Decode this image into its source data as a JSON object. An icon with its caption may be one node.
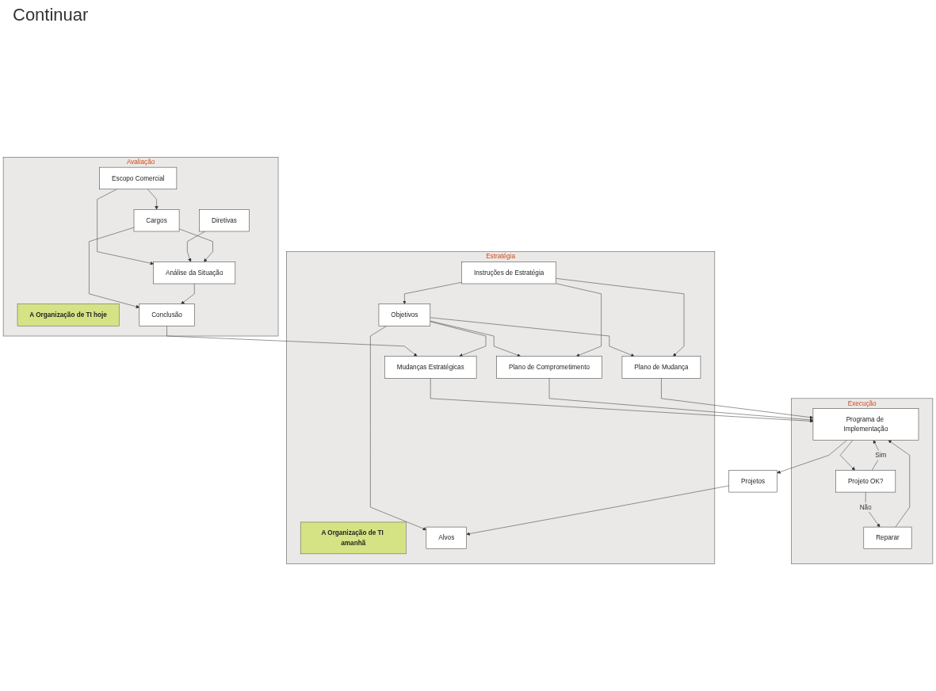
{
  "diagram": {
    "nodes": [
      {
        "text": [
          "Avaliação"
        ]
      },
      {
        "text": [
          "A Organização de TI hoje"
        ],
        "in": 0
      },
      {
        "text": [
          "Escopo Comercial"
        ],
        "in": 0
      },
      {
        "text": [
          "Diretivas"
        ],
        "in": 0
      },
      {
        "text": [
          "Cargos"
        ],
        "in": 0
      },
      {
        "text": [
          "Análise da Situação"
        ],
        "in": 0
      },
      {
        "text": [
          "Conclusão"
        ],
        "in": 0
      },
      {
        "text": [
          "Estratégia"
        ]
      },
      {
        "text": [
          "A Organização de TI amanhã"
        ],
        "in": 7
      },
      {
        "text": [
          "Mudanças Estratégicas"
        ],
        "in": 7
      },
      {
        "text": [
          "Objetivos"
        ],
        "in": 7
      },
      {
        "text": [
          "Instruções de Estratégia"
        ],
        "in": 7
      },
      {
        "text": [
          "Alvos"
        ],
        "in": 7
      },
      {
        "text": [
          "Plano de Comprometimento"
        ],
        "in": 7
      },
      {
        "text": [
          "Plano de Mudança"
        ],
        "in": 7
      },
      {
        "text": [
          "Execução"
        ]
      },
      {
        "text": [
          "Reparar"
        ],
        "in": 15
      },
      {
        "text": [
          "Programa de Implementação"
        ],
        "in": 15
      },
      {
        "text": [
          "Projeto OK?"
        ],
        "in": 15
      },
      {
        "text": [
          "Projetos"
        ]
      }
    ],
    "edges": [
      {
        "from": 2,
        "to": 4,
        "arrow": "to"
      },
      {
        "from": 2,
        "to": 5,
        "arrow": "to"
      },
      {
        "from": 3,
        "to": 5,
        "arrow": "to"
      },
      {
        "from": 4,
        "to": 5,
        "arrow": "to"
      },
      {
        "from": 4,
        "to": 6,
        "arrow": "to"
      },
      {
        "from": 5,
        "to": 6,
        "arrow": "to"
      },
      {
        "from": 6,
        "to": 9,
        "arrow": "to"
      },
      {
        "from": 10,
        "to": 9,
        "arrow": "to"
      },
      {
        "from": 11,
        "to": 10,
        "arrow": "to"
      },
      {
        "from": 10,
        "to": 12,
        "arrow": "to"
      },
      {
        "from": 10,
        "to": 13,
        "arrow": "to"
      },
      {
        "from": 10,
        "to": 14,
        "arrow": "to"
      },
      {
        "from": 11,
        "to": 13,
        "arrow": "to"
      },
      {
        "from": 11,
        "to": 14,
        "arrow": "to"
      },
      {
        "from": 9,
        "to": 17,
        "arrow": "to"
      },
      {
        "from": 16,
        "to": 17,
        "arrow": "to"
      },
      {
        "from": 17,
        "to": 18,
        "arrow": "to"
      },
      {
        "from": 18,
        "to": 16,
        "arrow": "to",
        "label": "Não"
      },
      {
        "from": 18,
        "to": 17,
        "arrow": "to",
        "label": "Sim"
      },
      {
        "from": 17,
        "to": 19,
        "arrow": "to"
      },
      {
        "from": 19,
        "to": 12,
        "arrow": "to"
      },
      {
        "from": 13,
        "to": 17,
        "arrow": "to"
      },
      {
        "from": 14,
        "to": 17,
        "arrow": "to"
      }
    ],
    "labels": [
      "Continuar"
    ]
  }
}
